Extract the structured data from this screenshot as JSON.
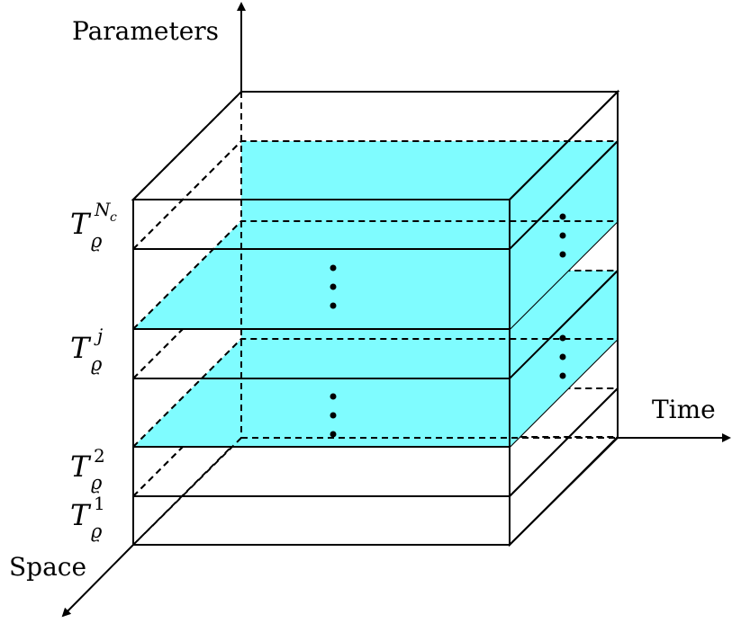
{
  "axes": {
    "vertical_label": "Parameters",
    "horizontal_label": "Time",
    "depth_label": "Space"
  },
  "slices": [
    {
      "letter": "T",
      "subscript": "ϱ",
      "superscript": "1"
    },
    {
      "letter": "T",
      "subscript": "ϱ",
      "superscript": "2"
    },
    {
      "letter": "T",
      "subscript": "ϱ",
      "superscript": "j"
    },
    {
      "letter": "T",
      "subscript": "ϱ",
      "superscript": "N",
      "superscript_subscript": "c"
    }
  ],
  "colors": {
    "slab_dark": "#38c4df",
    "slab_light": "#7ffcff",
    "line": "#000000",
    "background": "#ffffff"
  }
}
